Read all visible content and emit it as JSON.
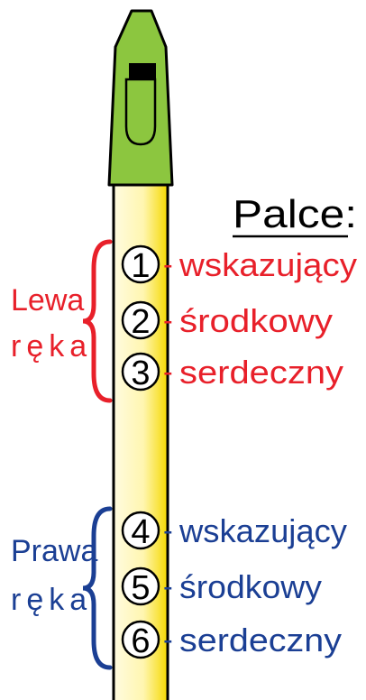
{
  "title": "Palce:",
  "left_hand": {
    "label_line1": "Lewa",
    "label_line2": "ręka",
    "color": "#e8202a",
    "fingers": [
      {
        "number": "1",
        "name": "wskazujący"
      },
      {
        "number": "2",
        "name": "środkowy"
      },
      {
        "number": "3",
        "name": "serdeczny"
      }
    ]
  },
  "right_hand": {
    "label_line1": "Prawa",
    "label_line2": "ręka",
    "color": "#1b3f94",
    "fingers": [
      {
        "number": "4",
        "name": "wskazujący"
      },
      {
        "number": "5",
        "name": "środkowy"
      },
      {
        "number": "6",
        "name": "serdeczny"
      }
    ]
  },
  "colors": {
    "mouthpiece": "#8cc63f",
    "body_light": "#fffbe0",
    "body_dark": "#f5d800",
    "outline": "#000000"
  }
}
